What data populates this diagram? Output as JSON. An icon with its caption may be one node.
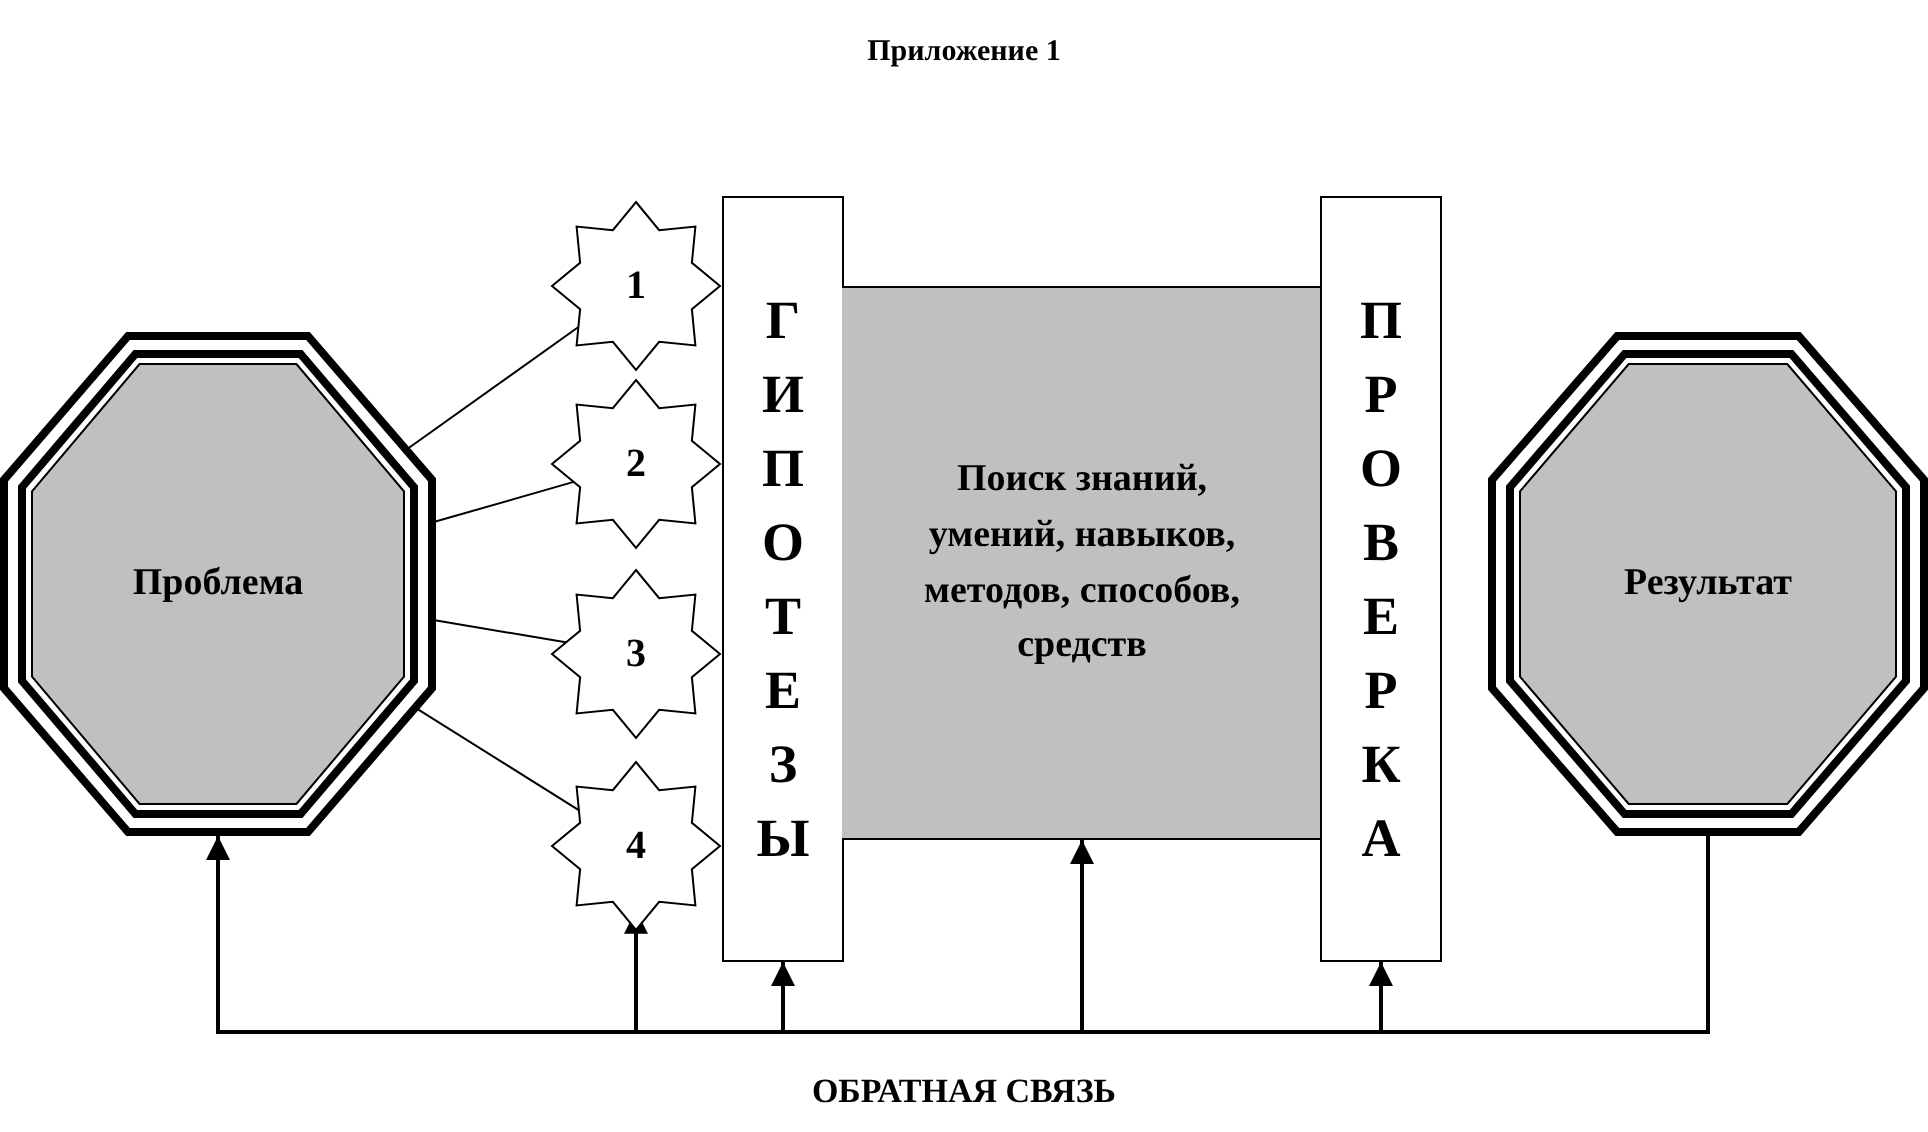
{
  "diagram": {
    "title": "Приложение 1",
    "nodes": [
      {
        "text": [
          "Проблема"
        ]
      },
      {
        "text": [
          "1"
        ]
      },
      {
        "text": [
          "2"
        ]
      },
      {
        "text": [
          "3"
        ]
      },
      {
        "text": [
          "4"
        ]
      },
      {
        "text": [
          "ГИПОТЕЗЫ"
        ]
      },
      {
        "text": [
          "Поиск знаний, умений, навыков, методов, способов, средств"
        ]
      },
      {
        "text": [
          "ПРОВЕРКА"
        ]
      },
      {
        "text": [
          "Результат"
        ]
      }
    ],
    "edges": [
      {
        "from": 0,
        "to": 1,
        "arrow": "none"
      },
      {
        "from": 0,
        "to": 2,
        "arrow": "none"
      },
      {
        "from": 0,
        "to": 3,
        "arrow": "none"
      },
      {
        "from": 0,
        "to": 4,
        "arrow": "none"
      },
      {
        "from": 8,
        "to": 0,
        "arrow": "to"
      },
      {
        "from": 8,
        "to": 4,
        "arrow": "to"
      },
      {
        "from": 8,
        "to": 5,
        "arrow": "to"
      },
      {
        "from": 8,
        "to": 6,
        "arrow": "to"
      },
      {
        "from": 8,
        "to": 7,
        "arrow": "to"
      }
    ],
    "labels": [
      "ОБРАТНАЯ СВЯЗЬ"
    ]
  }
}
